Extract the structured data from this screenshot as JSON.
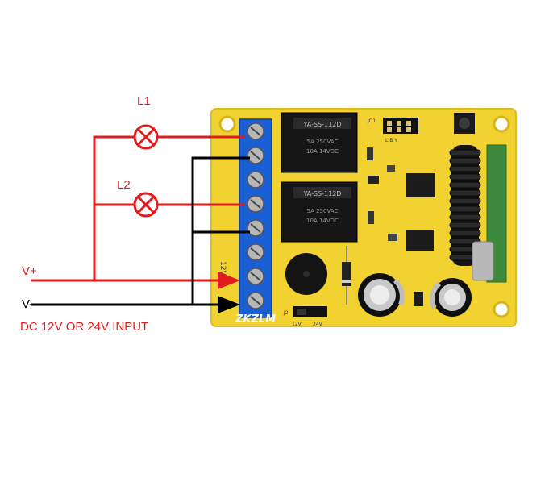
{
  "labels": {
    "lamp1": "L1",
    "lamp2": "L2",
    "v_plus": "V+",
    "v_minus": "V-",
    "input_note": "DC 12V OR 24V INPUT"
  },
  "pcb": {
    "brand": "ZKZLM",
    "relay1_model": "YA-SS-112D",
    "relay1_rating_1": "5A 250VAC",
    "relay1_rating_2": "10A 14VDC",
    "relay2_model": "YA-SS-112D",
    "relay2_rating_1": "5A 250VAC",
    "relay2_rating_2": "10A 14VDC",
    "jumper_left": "12V",
    "jumper_right": "24V",
    "jumper_id": "J2",
    "jumper_header": "JD1",
    "header_pins": "L  B  Y",
    "vertical_12v": "12V"
  },
  "colors": {
    "board": "#f2d230",
    "board_edge": "#e0bd1c",
    "terminal": "#1b5fd4",
    "wire_positive": "#e01c1c",
    "wire_negative": "#000000",
    "label_positive": "#e01c1c",
    "lamp_ring": "#e01c1c"
  }
}
